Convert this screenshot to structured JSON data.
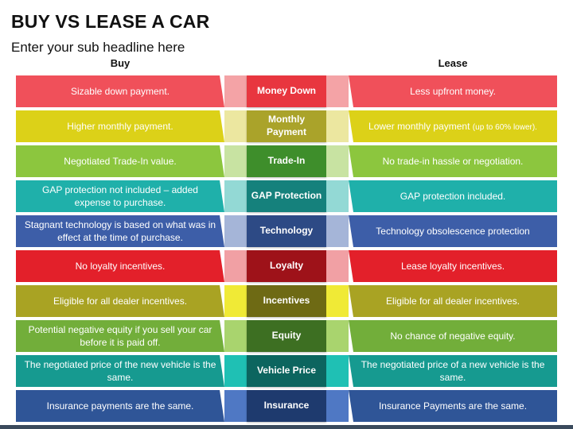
{
  "title": "BUY VS LEASE A CAR",
  "subtitle": "Enter your sub headline here",
  "columns": {
    "buy": "Buy",
    "lease": "Lease"
  },
  "rows": [
    {
      "center": "Money Down",
      "buy": "Sizable down payment.",
      "lease": "Less upfront money.",
      "lease_note": "",
      "colors": {
        "main": "#f0505a",
        "link": "#f4a3a6",
        "center": "#e8363f"
      }
    },
    {
      "center": "Monthly Payment",
      "buy": "Higher monthly payment.",
      "lease": "Lower monthly payment",
      "lease_note": "(up to 60% lower).",
      "colors": {
        "main": "#dcd118",
        "link": "#ece7a0",
        "center": "#aaa32a"
      }
    },
    {
      "center": "Trade-In",
      "buy": "Negotiated Trade-In value.",
      "lease": "No trade-in hassle or negotiation.",
      "lease_note": "",
      "colors": {
        "main": "#8cc63e",
        "link": "#c8e3a2",
        "center": "#3e8e2b"
      }
    },
    {
      "center": "GAP Protection",
      "buy": "GAP protection not included – added expense to purchase.",
      "lease": "GAP protection included.",
      "lease_note": "",
      "colors": {
        "main": "#1fb0aa",
        "link": "#93d9d5",
        "center": "#15817c"
      }
    },
    {
      "center": "Technology",
      "buy": "Stagnant technology is based on what was in effect at the time of purchase.",
      "lease": "Technology obsolescence protection",
      "lease_note": "",
      "colors": {
        "main": "#3d5ea8",
        "link": "#a5b5d8",
        "center": "#2d4a85"
      }
    },
    {
      "center": "Loyalty",
      "buy": "No loyalty incentives.",
      "lease": "Lease loyalty incentives.",
      "lease_note": "",
      "colors": {
        "main": "#e3202a",
        "link": "#f1a0a4",
        "center": "#9e1219"
      }
    },
    {
      "center": "Incentives",
      "buy": "Eligible for all dealer incentives.",
      "lease": "Eligible for all dealer incentives.",
      "lease_note": "",
      "colors": {
        "main": "#a9a323",
        "link": "#f0ea36",
        "center": "#6e6a14"
      }
    },
    {
      "center": "Equity",
      "buy": "Potential negative equity if you sell your car before it is paid off.",
      "lease": "No chance of negative equity.",
      "lease_note": "",
      "colors": {
        "main": "#72ae3a",
        "link": "#a9d46e",
        "center": "#3d6f22"
      }
    },
    {
      "center": "Vehicle Price",
      "buy": "The negotiated price of the new vehicle is the same.",
      "lease": "The negotiated price of a new vehicle is the same.",
      "lease_note": "",
      "colors": {
        "main": "#169a90",
        "link": "#1fc0b4",
        "center": "#0c655f"
      }
    },
    {
      "center": "Insurance",
      "buy": "Insurance payments are the same.",
      "lease": "Insurance Payments are the same.",
      "lease_note": "",
      "colors": {
        "main": "#2f5597",
        "link": "#4f78c4",
        "center": "#1e3a6e"
      }
    }
  ]
}
